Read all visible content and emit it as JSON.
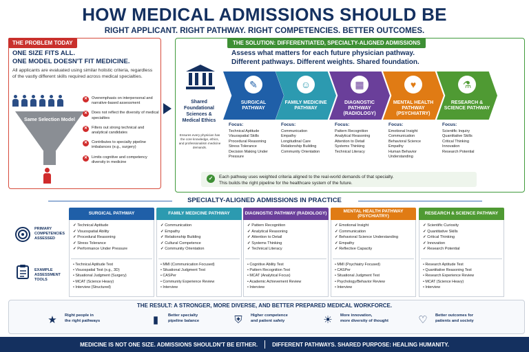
{
  "title": "HOW MEDICAL ADMISSIONS SHOULD BE",
  "subtitle": "RIGHT APPLICANT. RIGHT PATHWAY. RIGHT COMPETENCIES. BETTER OUTCOMES.",
  "problem": {
    "tag": "THE PROBLEM TODAY",
    "heading1": "ONE SIZE FITS ALL.",
    "heading2": "ONE MODEL DOESN'T FIT MEDICINE.",
    "description": "All applicants are evaluated using similar holistic criteria, regardless of the vastly different skills required across medical specialties.",
    "funnel_label": "Same Selection Model",
    "issues": [
      "Overemphasis on interpersonal and narrative-based assessment",
      "Does not reflect the diversity of medical specialties",
      "Filters out strong technical and analytical candidates",
      "Contributes to specialty pipeline imbalances (e.g., surgery)",
      "Limits cognitive and competency diversity in medicine"
    ]
  },
  "solution": {
    "tag": "THE SOLUTION: DIFFERENTIATED, SPECIALTY-ALIGNED ADMISSIONS",
    "heading1": "Assess what matters for each future physician pathway.",
    "heading2": "Different pathways. Different weights. Shared foundation.",
    "foundation_title": "Shared Foundational Sciences & Medical Ethics",
    "foundation_desc": "Ensures every physician has the core knowledge, ethics, and professionalism medicine demands.",
    "focus_label": "Focus:",
    "pathways": [
      {
        "title": "SURGICAL PATHWAY",
        "color": "#1f5fa8",
        "icon": "scalpel-icon",
        "focus": [
          "Technical Aptitude",
          "Visuospatial Skills",
          "Procedural Reasoning",
          "Stress Tolerance",
          "Decision Making Under Pressure"
        ]
      },
      {
        "title": "FAMILY MEDICINE PATHWAY",
        "color": "#2c9ab0",
        "icon": "family-icon",
        "focus": [
          "Communication",
          "Empathy",
          "Longitudinal Care",
          "Relationship Building",
          "Community Orientation"
        ]
      },
      {
        "title": "DIAGNOSTIC PATHWAY (RADIOLOGY)",
        "color": "#6a3f9a",
        "icon": "xray-icon",
        "focus": [
          "Pattern Recognition",
          "Analytical Reasoning",
          "Attention to Detail",
          "Systems Thinking",
          "Technical Literacy"
        ]
      },
      {
        "title": "MENTAL HEALTH PATHWAY (PSYCHIATRY)",
        "color": "#e07b14",
        "icon": "head-heart-icon",
        "focus": [
          "Emotional Insight",
          "Communication",
          "Behavioral Science",
          "Empathy",
          "Human Behavior Understanding"
        ]
      },
      {
        "title": "RESEARCH & SCIENCE PATHWAY",
        "color": "#4f9a33",
        "icon": "microscope-icon",
        "focus": [
          "Scientific Inquiry",
          "Quantitative Skills",
          "Critical Thinking",
          "Innovation",
          "Research Potential"
        ]
      }
    ],
    "check_text1": "Each pathway uses weighted criteria aligned to the real-world demands of that specialty.",
    "check_text2": "This builds the right pipeline for the healthcare system of the future."
  },
  "practice": {
    "title": "SPECIALTY-ALIGNED ADMISSIONS IN PRACTICE",
    "row1_label": "PRIMARY COMPETENCIES ASSESSED",
    "row2_label": "EXAMPLE ASSESSMENT TOOLS",
    "columns": [
      {
        "title": "SURGICAL PATHWAY",
        "competencies": [
          "Technical Aptitude",
          "Visuospatial Ability",
          "Procedural Reasoning",
          "Stress Tolerance",
          "Performance Under Pressure"
        ],
        "tools": [
          "Technical Aptitude Test",
          "Visuospatial Test (e.g., 3D)",
          "Situational Judgment (Surgery)",
          "MCAT (Science Heavy)",
          "Interview (Structured)"
        ]
      },
      {
        "title": "FAMILY MEDICINE PATHWAY",
        "competencies": [
          "Communication",
          "Empathy",
          "Relationship Building",
          "Cultural Competence",
          "Community Orientation"
        ],
        "tools": [
          "MMI (Communication Focused)",
          "Situational Judgment Test",
          "CASPer",
          "Community Experience Review",
          "Interview"
        ]
      },
      {
        "title": "DIAGNOSTIC PATHWAY (RADIOLOGY)",
        "competencies": [
          "Pattern Recognition",
          "Analytical Reasoning",
          "Attention to Detail",
          "Systems Thinking",
          "Technical Literacy"
        ],
        "tools": [
          "Cognitive Ability Test",
          "Pattern Recognition Test",
          "MCAT (Analytical Focus)",
          "Academic Achievement Review",
          "Interview"
        ]
      },
      {
        "title": "MENTAL HEALTH PATHWAY (PSYCHIATRY)",
        "competencies": [
          "Emotional Insight",
          "Communication",
          "Behavioral Science Understanding",
          "Empathy",
          "Reflective Capacity"
        ],
        "tools": [
          "MMI (Psychiatry Focused)",
          "CASPer",
          "Situational Judgment Test",
          "Psychology/Behavior Review",
          "Interview"
        ]
      },
      {
        "title": "RESEARCH & SCIENCE PATHWAY",
        "competencies": [
          "Scientific Curiosity",
          "Quantitative Skills",
          "Critical Thinking",
          "Innovation",
          "Research Potential"
        ],
        "tools": [
          "Research Aptitude Test",
          "Quantitative Reasoning Test",
          "Research Experience Review",
          "MCAT (Science Heavy)",
          "Interview"
        ]
      }
    ]
  },
  "result": {
    "title": "THE RESULT: A STRONGER, MORE DIVERSE, AND BETTER PREPARED MEDICAL WORKFORCE.",
    "items": [
      {
        "line1": "Right people in",
        "line2": "the right pathways",
        "icon": "star-icon"
      },
      {
        "line1": "Better specialty",
        "line2": "pipeline balance",
        "icon": "bar-chart-icon"
      },
      {
        "line1": "Higher competence",
        "line2": "and patient safety",
        "icon": "shield-icon"
      },
      {
        "line1": "More innovation,",
        "line2": "more diversity of thought",
        "icon": "lightbulb-icon"
      },
      {
        "line1": "Better outcomes for",
        "line2": "patients and society",
        "icon": "heart-hands-icon"
      }
    ]
  },
  "footer": {
    "left": "MEDICINE IS NOT ONE SIZE.   ADMISSIONS SHOULDN'T BE EITHER.",
    "right": "DIFFERENT PATHWAYS.   SHARED PURPOSE:  HEALING HUMANITY."
  }
}
